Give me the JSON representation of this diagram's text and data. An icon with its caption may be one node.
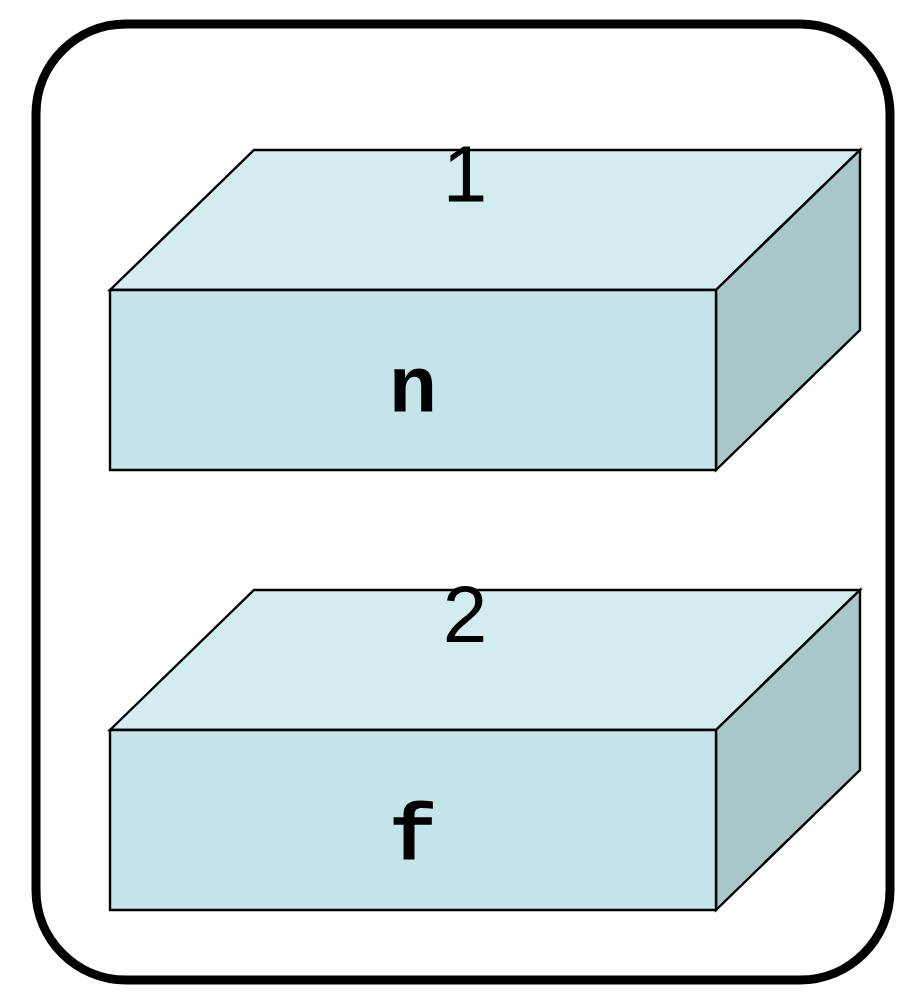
{
  "diagram": {
    "nodes": [
      {
        "text": [],
        "shape": "box"
      },
      {
        "text": [
          "1",
          "n"
        ],
        "in": 0
      },
      {
        "text": [
          "2",
          "f"
        ],
        "in": 0
      }
    ]
  }
}
